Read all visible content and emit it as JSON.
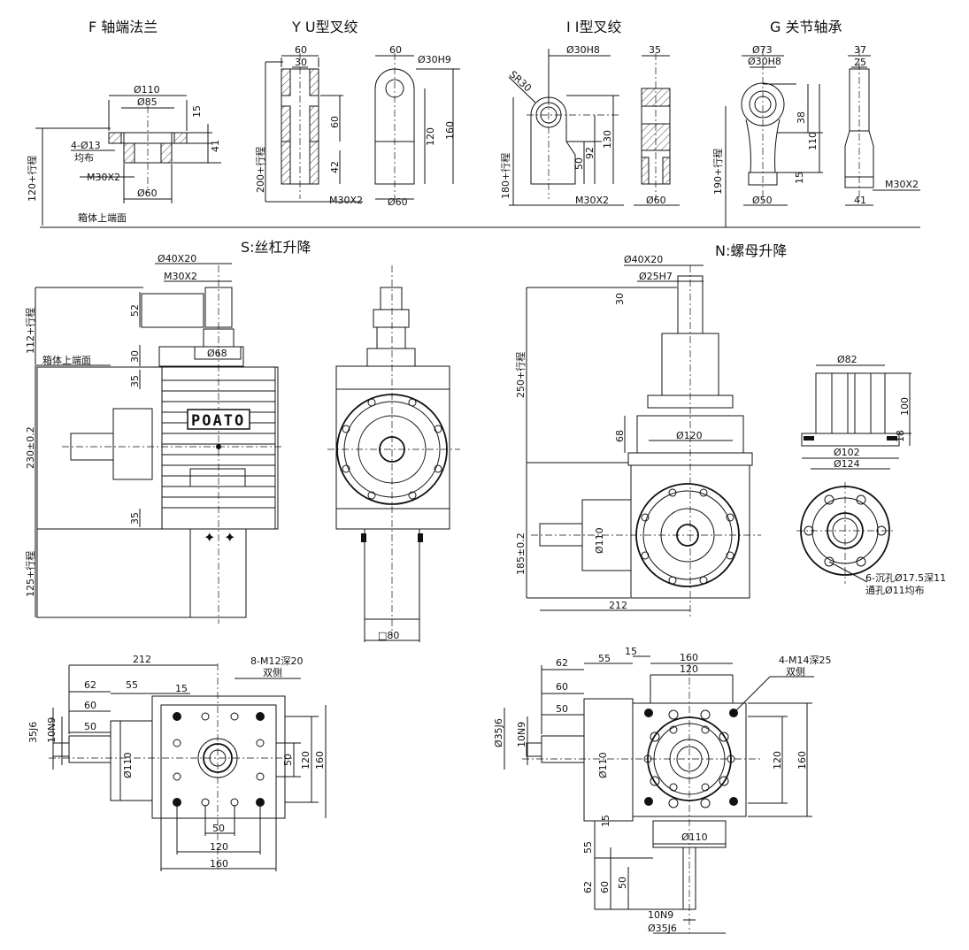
{
  "titles": {
    "f": "F 轴端法兰",
    "yu": "Y U型叉绞",
    "ii": "I I型叉绞",
    "g": "G 关节轴承",
    "s": "S:丝杠升降",
    "n": "N:螺母升降"
  },
  "brand_label": "POATO",
  "dims": {
    "f": {
      "d110": "Ø110",
      "d85": "Ø85",
      "h15": "15",
      "h41": "41",
      "holes": "4-Ø13",
      "holes_note": "均布",
      "thread": "M30X2",
      "d60": "Ø60",
      "stroke": "120+行程",
      "base": "箱体上端面"
    },
    "yu": {
      "w60": "60",
      "w30": "30",
      "h60": "60",
      "h42": "42",
      "thread": "M30X2",
      "stroke": "200+行程",
      "w60b": "60",
      "bore": "Ø30H9",
      "h120": "120",
      "h160": "160",
      "d60": "Ø60"
    },
    "ii": {
      "sr": "SR30",
      "bore": "Ø30H8",
      "h130": "130",
      "h92": "92",
      "h50": "50",
      "thread": "M30X2",
      "stroke": "180+行程",
      "w35": "35",
      "d60": "Ø60"
    },
    "g": {
      "d73": "Ø73",
      "bore": "Ø30H8",
      "h38": "38",
      "h110": "110",
      "h15": "15",
      "d50": "Ø50",
      "stroke": "190+行程",
      "w37": "37",
      "w25": "25",
      "w41": "41",
      "thread": "M30X2"
    },
    "s": {
      "screw": "Ø40X20",
      "thread": "M30X2",
      "h52": "52",
      "stroke_top": "112+行程",
      "h30": "30",
      "base": "箱体上端面",
      "d68": "Ø68",
      "h35a": "35",
      "h230": "230±0.2",
      "h35b": "35",
      "stroke_bot": "125+行程",
      "sq80": "□80"
    },
    "n": {
      "screw": "Ø40X20",
      "bore": "Ø25H7",
      "h30": "30",
      "stroke": "250+行程",
      "h68": "68",
      "d120": "Ø120",
      "h185": "185±0.2",
      "d110": "Ø110",
      "w212": "212",
      "d82": "Ø82",
      "h100": "100",
      "h18": "18",
      "d102": "Ø102",
      "d124": "Ø124",
      "holes_l1": "6-沉孔Ø17.5深11",
      "holes_l2": "通孔Ø11均布"
    },
    "bl": {
      "w212": "212",
      "holes_l1": "8-M12深20",
      "holes_l2": "双侧",
      "w62": "62",
      "w55": "55",
      "w15": "15",
      "w60": "60",
      "w50": "50",
      "shaft": "35J6",
      "key": "10N9",
      "d110": "Ø110",
      "h50": "50",
      "h120": "120",
      "h160": "160",
      "b50": "50",
      "b120": "120",
      "b160": "160"
    },
    "br": {
      "w62": "62",
      "w55": "55",
      "w15": "15",
      "w160": "160",
      "w120": "120",
      "holes_l1": "4-M14深25",
      "holes_l2": "双侧",
      "w60": "60",
      "w50": "50",
      "shaft": "Ø35J6",
      "key": "10N9",
      "d110": "Ø110",
      "h120": "120",
      "h160": "160",
      "v15": "15",
      "d110b": "Ø110",
      "v55": "55",
      "v62": "62",
      "v60": "60",
      "v50": "50",
      "key_b": "10N9",
      "shaft_b": "Ø35J6"
    }
  }
}
